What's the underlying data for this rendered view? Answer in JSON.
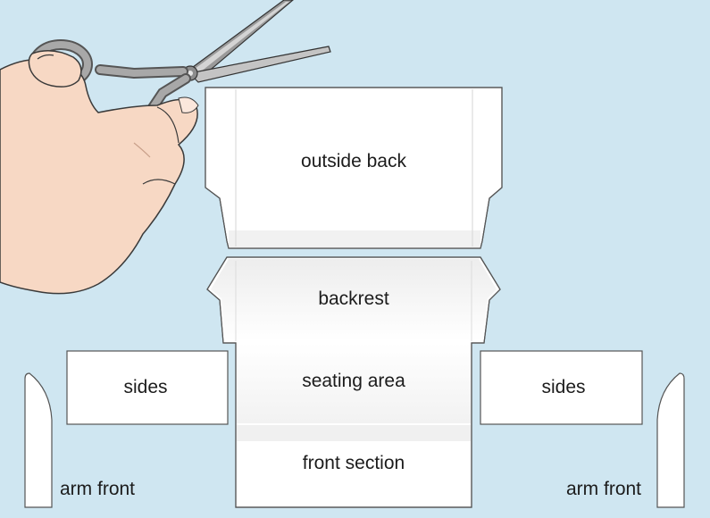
{
  "labels": {
    "outside_back": "outside back",
    "backrest": "backrest",
    "seating_area": "seating area",
    "front_section": "front section",
    "sides_left": "sides",
    "sides_right": "sides",
    "arm_front_left": "arm front",
    "arm_front_right": "arm front"
  },
  "colors": {
    "background": "#cfe6f1",
    "piece_fill": "#ffffff",
    "piece_stroke": "#555555",
    "skin": "#f6d6c2",
    "scissor_blade": "#b9b9b9"
  },
  "icons": {
    "hand": "hand-holding-scissors",
    "scissors": "scissors-icon"
  }
}
